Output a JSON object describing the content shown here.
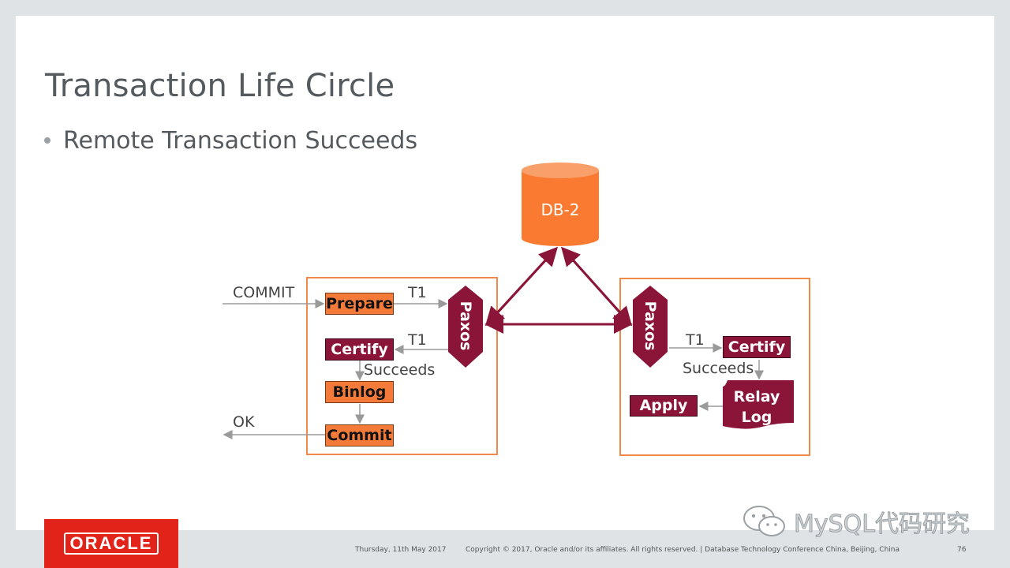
{
  "slide": {
    "title": "Transaction Life Circle",
    "bullet": "Remote Transaction Succeeds"
  },
  "diagram": {
    "db_label": "DB-2",
    "left_node": {
      "commit_label": "COMMIT",
      "ok_label": "OK",
      "t1_top": "T1",
      "t1_mid": "T1",
      "succeeds": "Succeeds",
      "prepare": "Prepare",
      "certify": "Certify",
      "binlog": "Binlog",
      "commit": "Commit",
      "paxos": "Paxos"
    },
    "right_node": {
      "paxos": "Paxos",
      "t1": "T1",
      "certify": "Certify",
      "succeeds": "Succeeds",
      "relay_line1": "Relay",
      "relay_line2": "Log",
      "apply": "Apply"
    },
    "colors": {
      "orange": "#f47a3a",
      "maroon": "#8a1538",
      "frame": "#f08a4b"
    }
  },
  "footer": {
    "brand": "ORACLE",
    "date": "Thursday, 11th May 2017",
    "copyright": "Copyright © 2017, Oracle and/or its affiliates. All rights reserved.  |  Database Technology Conference China, Beijing, China",
    "page": "76"
  },
  "watermark": {
    "text": "MySQL代码研究",
    "icon": "wechat-icon"
  }
}
